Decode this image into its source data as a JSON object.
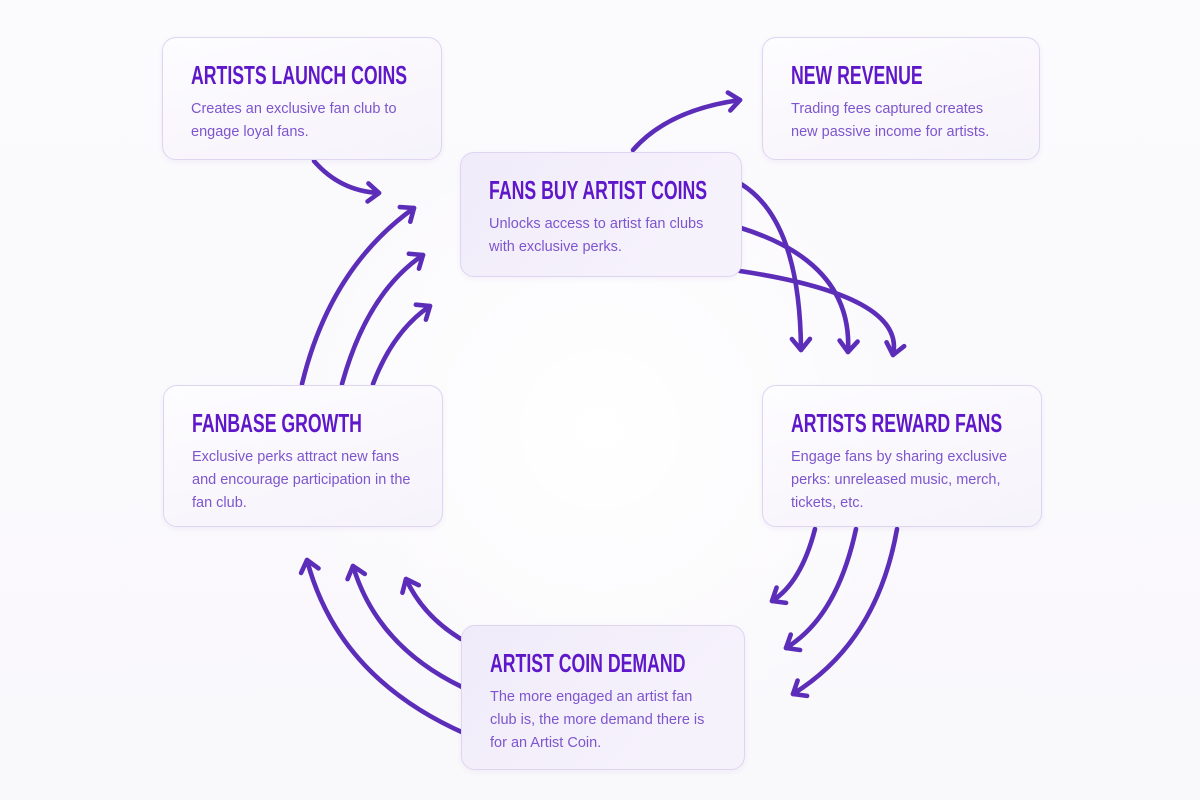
{
  "diagram": {
    "type": "cycle-flow",
    "colors": {
      "title_text": "#5e17c9",
      "body_text": "#7d55cd",
      "arrow": "#5b2db8",
      "card_border": "#ded5f1",
      "card_tint": "#f0ebf9"
    },
    "nodes": [
      {
        "id": "artists-launch-coins",
        "title": "ARTISTS LAUNCH COINS",
        "body": "Creates an exclusive fan club to engage loyal fans."
      },
      {
        "id": "new-revenue",
        "title": "NEW REVENUE",
        "body": "Trading fees captured creates new passive income for artists."
      },
      {
        "id": "fans-buy-artist-coins",
        "title": "FANS BUY ARTIST COINS",
        "body": "Unlocks access to artist fan clubs with exclusive perks."
      },
      {
        "id": "fanbase-growth",
        "title": "FANBASE GROWTH",
        "body": "Exclusive perks attract new fans and encourage participation in the fan club."
      },
      {
        "id": "artists-reward-fans",
        "title": "ARTISTS REWARD FANS",
        "body": "Engage fans by sharing exclusive perks: unreleased music, merch, tickets, etc."
      },
      {
        "id": "artist-coin-demand",
        "title": "ARTIST COIN DEMAND",
        "body": "The more engaged an artist fan club is, the more demand there is for an Artist Coin."
      }
    ],
    "edges": [
      {
        "from": "artists-launch-coins",
        "to": "fans-buy-artist-coins",
        "arrows": 1
      },
      {
        "from": "fans-buy-artist-coins",
        "to": "new-revenue",
        "arrows": 1
      },
      {
        "from": "fans-buy-artist-coins",
        "to": "artists-reward-fans",
        "arrows": 3
      },
      {
        "from": "artists-reward-fans",
        "to": "artist-coin-demand",
        "arrows": 3
      },
      {
        "from": "artist-coin-demand",
        "to": "fanbase-growth",
        "arrows": 3
      },
      {
        "from": "fanbase-growth",
        "to": "fans-buy-artist-coins",
        "arrows": 3
      }
    ]
  }
}
